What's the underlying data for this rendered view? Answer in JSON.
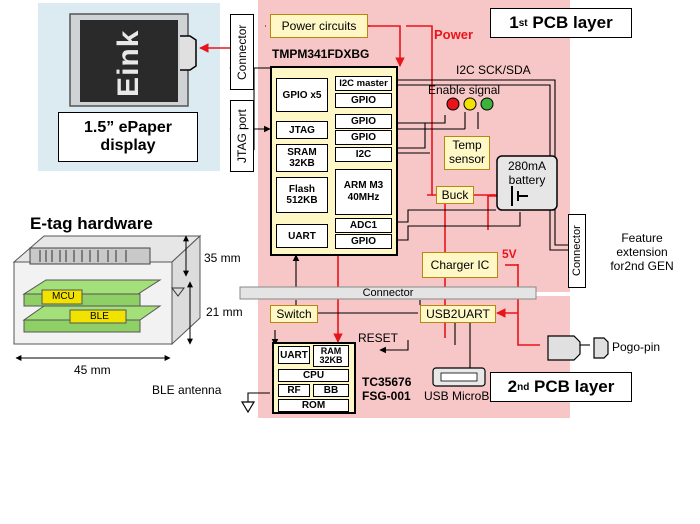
{
  "colors": {
    "pcb_pink": "#f7c6c6",
    "panel_blue": "#dcebf2",
    "signal_red": "#e8141c",
    "yellow_box": "#fff8c6",
    "connector_grey": "#e4e4e4"
  },
  "pcb1": {
    "title_num": "1",
    "title_sup": "st",
    "title_rest": " PCB layer"
  },
  "pcb2": {
    "title_num": "2",
    "title_sup": "nd",
    "title_rest": " PCB layer"
  },
  "display": {
    "logo_text": "Eink",
    "label_line1": "1.5” ePaper",
    "label_line2": "display",
    "connector": "Connector"
  },
  "power_circuits": "Power circuits",
  "power_label": "Power",
  "mcu": {
    "name": "TMPM341FDXBG",
    "gpio_x5": "GPIO x5",
    "i2c_master": "I2C master",
    "gpio_a": "GPIO",
    "jtag": "JTAG",
    "gpio_b": "GPIO",
    "gpio_c": "GPIO",
    "sram": "SRAM\n32KB",
    "i2c": "I2C",
    "flash": "Flash\n512KB",
    "core": "ARM M3\n40MHz",
    "adc": "ADC1",
    "uart": "UART",
    "gpio_d": "GPIO"
  },
  "jtag_port": "JTAG port",
  "i2c_label": "I2C  SCK/SDA",
  "enable_label": "Enable signal",
  "led_colors": [
    "#e8141c",
    "#f2e200",
    "#3cb43c"
  ],
  "temp_sensor": "Temp\nsensor",
  "battery": "280mA\nbattery",
  "buck": "Buck",
  "charger": "Charger IC",
  "five_v": "5V",
  "right_connector": "Connector",
  "feature_ext": "Feature\nextension\nfor2nd GEN",
  "middle_connector": "Connector",
  "switch": "Switch",
  "usb2uart": "USB2UART",
  "reset": "RESET",
  "ble": {
    "uart": "UART",
    "ram": "RAM\n32KB",
    "cpu": "CPU",
    "rf": "RF",
    "bb": "BB",
    "rom": "ROM",
    "name": "TC35676\nFSG-001"
  },
  "ble_antenna": "BLE antenna",
  "usb_microb": "USB MicroB",
  "pogo_pin": "Pogo-pin",
  "etag": {
    "title": "E-tag hardware",
    "mcu": "MCU",
    "ble": "BLE",
    "dim_35": "35 mm",
    "dim_21": "21 mm",
    "dim_45": "45 mm"
  }
}
